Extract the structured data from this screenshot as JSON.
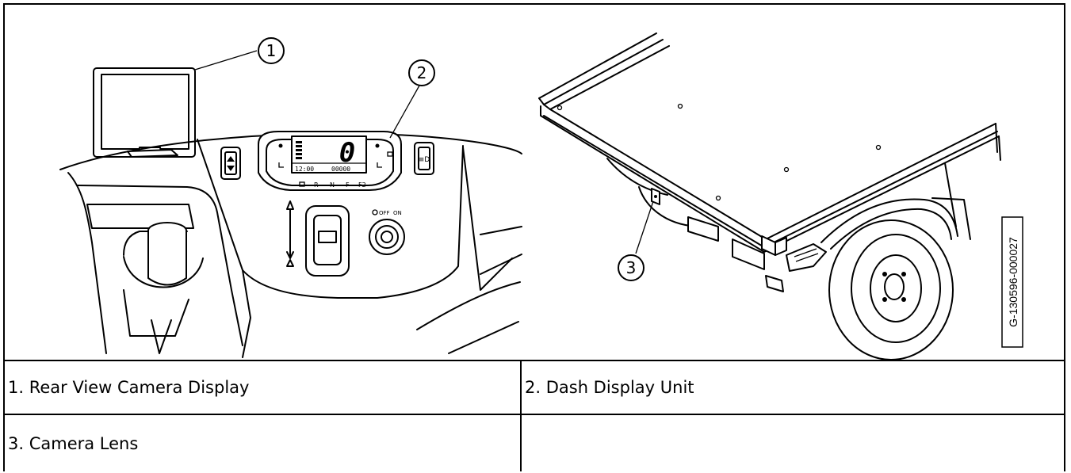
{
  "callouts": [
    {
      "number": "1"
    },
    {
      "number": "2"
    },
    {
      "number": "3"
    }
  ],
  "dash": {
    "speed_digit": "0",
    "clock": "12:00",
    "odometer": "00000",
    "gears": [
      "R",
      "N",
      "F",
      "F2"
    ],
    "key_off": "OFF",
    "key_on": "ON"
  },
  "drawing_id": "G-130596-000027",
  "legend": {
    "item1": "1. Rear View Camera Display",
    "item2": "2. Dash Display Unit",
    "item3": "3. Camera Lens",
    "item4": ""
  }
}
